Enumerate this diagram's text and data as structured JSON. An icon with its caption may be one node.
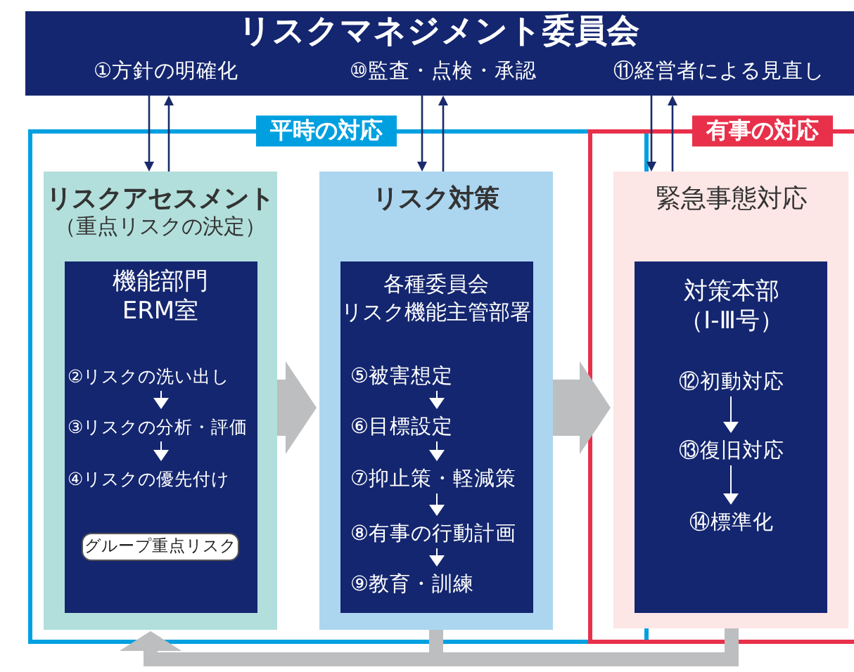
{
  "diagram": {
    "nodes": [
      {
        "text": [
          "リスクマネジメント委員会",
          "①方針の明確化",
          "⑩監査・点検・承認",
          "⑪経営者による見直し"
        ]
      },
      {
        "text": [
          "平時の対応"
        ]
      },
      {
        "text": [
          "リスクアセスメント",
          "（重点リスクの決定）"
        ],
        "in": 1
      },
      {
        "text": [
          "機能部門",
          "ERM室"
        ],
        "in": 2
      },
      {
        "text": [
          "②リスクの洗い出し"
        ],
        "in": 3
      },
      {
        "text": [
          "③リスクの分析・評価"
        ],
        "in": 3
      },
      {
        "text": [
          "④リスクの優先付け"
        ],
        "in": 3
      },
      {
        "text": [
          "グループ重点リスク"
        ],
        "in": 3
      },
      {
        "text": [
          "リスク対策"
        ],
        "in": 1
      },
      {
        "text": [
          "各種委員会",
          "リスク機能主管部署"
        ],
        "in": 8
      },
      {
        "text": [
          "⑤被害想定"
        ],
        "in": 9
      },
      {
        "text": [
          "⑥目標設定"
        ],
        "in": 9
      },
      {
        "text": [
          "⑦抑止策・軽減策"
        ],
        "in": 9
      },
      {
        "text": [
          "⑧有事の行動計画"
        ],
        "in": 9
      },
      {
        "text": [
          "⑨教育・訓練"
        ],
        "in": 9
      },
      {
        "text": [
          "有事の対応"
        ]
      },
      {
        "text": [
          "緊急事態対応"
        ],
        "in": 15
      },
      {
        "text": [
          "対策本部",
          "（Ⅰ-Ⅲ号）"
        ],
        "in": 16
      },
      {
        "text": [
          "⑫初動対応"
        ],
        "in": 17
      },
      {
        "text": [
          "⑬復旧対応"
        ],
        "in": 17
      },
      {
        "text": [
          "⑭標準化"
        ],
        "in": 17
      }
    ],
    "edges": [
      {
        "from": 0,
        "to": 2,
        "arrow": "to",
        "color": "#1a2a6c"
      },
      {
        "from": 2,
        "to": 0,
        "arrow": "to",
        "color": "#1a2a6c"
      },
      {
        "from": 0,
        "to": 8,
        "arrow": "to",
        "color": "#1a2a6c"
      },
      {
        "from": 8,
        "to": 0,
        "arrow": "to",
        "color": "#1a2a6c"
      },
      {
        "from": 0,
        "to": 16,
        "arrow": "to",
        "color": "#1a2a6c"
      },
      {
        "from": 16,
        "to": 0,
        "arrow": "to",
        "color": "#1a2a6c"
      },
      {
        "from": 2,
        "to": 8,
        "arrow": "to",
        "style": "thick",
        "color": "#bcbec0"
      },
      {
        "from": 8,
        "to": 16,
        "arrow": "to",
        "style": "thick",
        "color": "#bcbec0"
      },
      {
        "from": 8,
        "to": 2,
        "arrow": "to",
        "style": "thick",
        "color": "#bcbec0"
      },
      {
        "from": 16,
        "to": 2,
        "arrow": "to",
        "style": "thick",
        "color": "#bcbec0"
      },
      {
        "from": 4,
        "to": 5,
        "arrow": "to",
        "color": "#ffffff"
      },
      {
        "from": 5,
        "to": 6,
        "arrow": "to",
        "color": "#ffffff"
      },
      {
        "from": 10,
        "to": 11,
        "arrow": "to",
        "color": "#ffffff"
      },
      {
        "from": 11,
        "to": 12,
        "arrow": "to",
        "color": "#ffffff"
      },
      {
        "from": 12,
        "to": 13,
        "arrow": "to",
        "color": "#ffffff"
      },
      {
        "from": 13,
        "to": 14,
        "arrow": "to",
        "color": "#ffffff"
      },
      {
        "from": 18,
        "to": 19,
        "arrow": "to",
        "color": "#ffffff"
      },
      {
        "from": 19,
        "to": 20,
        "arrow": "to",
        "color": "#ffffff"
      }
    ]
  }
}
